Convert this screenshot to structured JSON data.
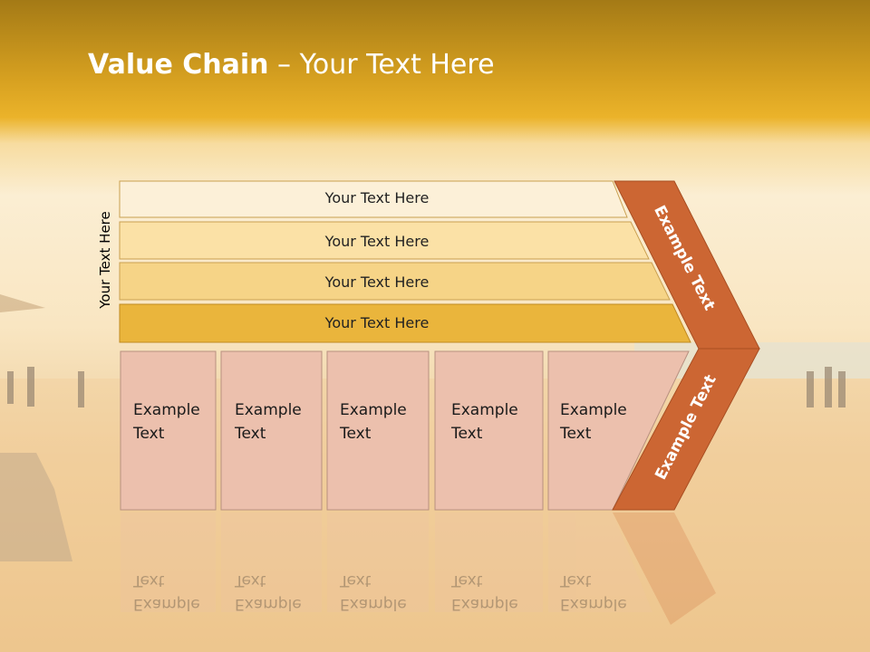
{
  "title": {
    "bold": "Value Chain",
    "rest": " – Your Text Here"
  },
  "side_label": "Your Text Here",
  "bars": [
    {
      "label": "Your Text Here",
      "color": "#fcf0d8"
    },
    {
      "label": "Your Text Here",
      "color": "#fbe1a6"
    },
    {
      "label": "Your Text Here",
      "color": "#f6d487"
    },
    {
      "label": "Your Text Here",
      "color": "#eab53c"
    }
  ],
  "boxes": [
    {
      "line1": "Example",
      "line2": "Text"
    },
    {
      "line1": "Example",
      "line2": "Text"
    },
    {
      "line1": "Example",
      "line2": "Text"
    },
    {
      "line1": "Example",
      "line2": "Text"
    },
    {
      "line1": "Example",
      "line2": "Text"
    }
  ],
  "chevron": {
    "upper_label": "Example Text",
    "lower_label": "Example Text",
    "color": "#cc6633"
  },
  "colors": {
    "header_gold": "#e8ac22",
    "box_fill": "#ecc0ad",
    "sand": "#f5d9a3"
  }
}
